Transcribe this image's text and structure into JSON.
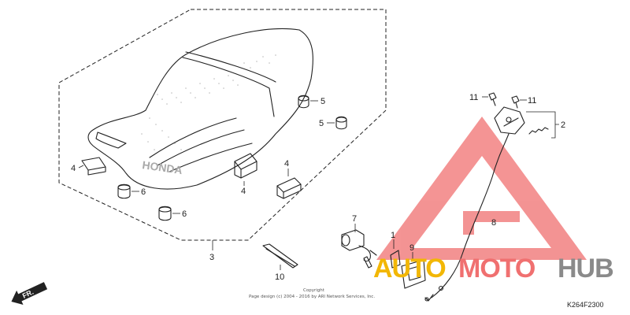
{
  "diagram": {
    "callouts": {
      "c1": "1",
      "c2": "2",
      "c3": "3",
      "c4a": "4",
      "c4b": "4",
      "c4c": "4",
      "c5a": "5",
      "c5b": "5",
      "c6a": "6",
      "c6b": "6",
      "c7": "7",
      "c8": "8",
      "c9": "9",
      "c10": "10",
      "c11a": "11",
      "c11b": "11"
    },
    "copyright_line1": "Copyright",
    "copyright_line2": "Page design (c) 2004 - 2016 by ARI Network Services, Inc.",
    "diagram_code": "K264F2300",
    "direction_label": "FR.",
    "seat_brand": "HONDA"
  },
  "watermark": {
    "word_part1": "AUTO",
    "word_part2": "MOTO",
    "word_part3": "HUB",
    "colors": {
      "gold": "#f2b705",
      "red": "#f07070",
      "gray": "#8a8a8a"
    }
  }
}
